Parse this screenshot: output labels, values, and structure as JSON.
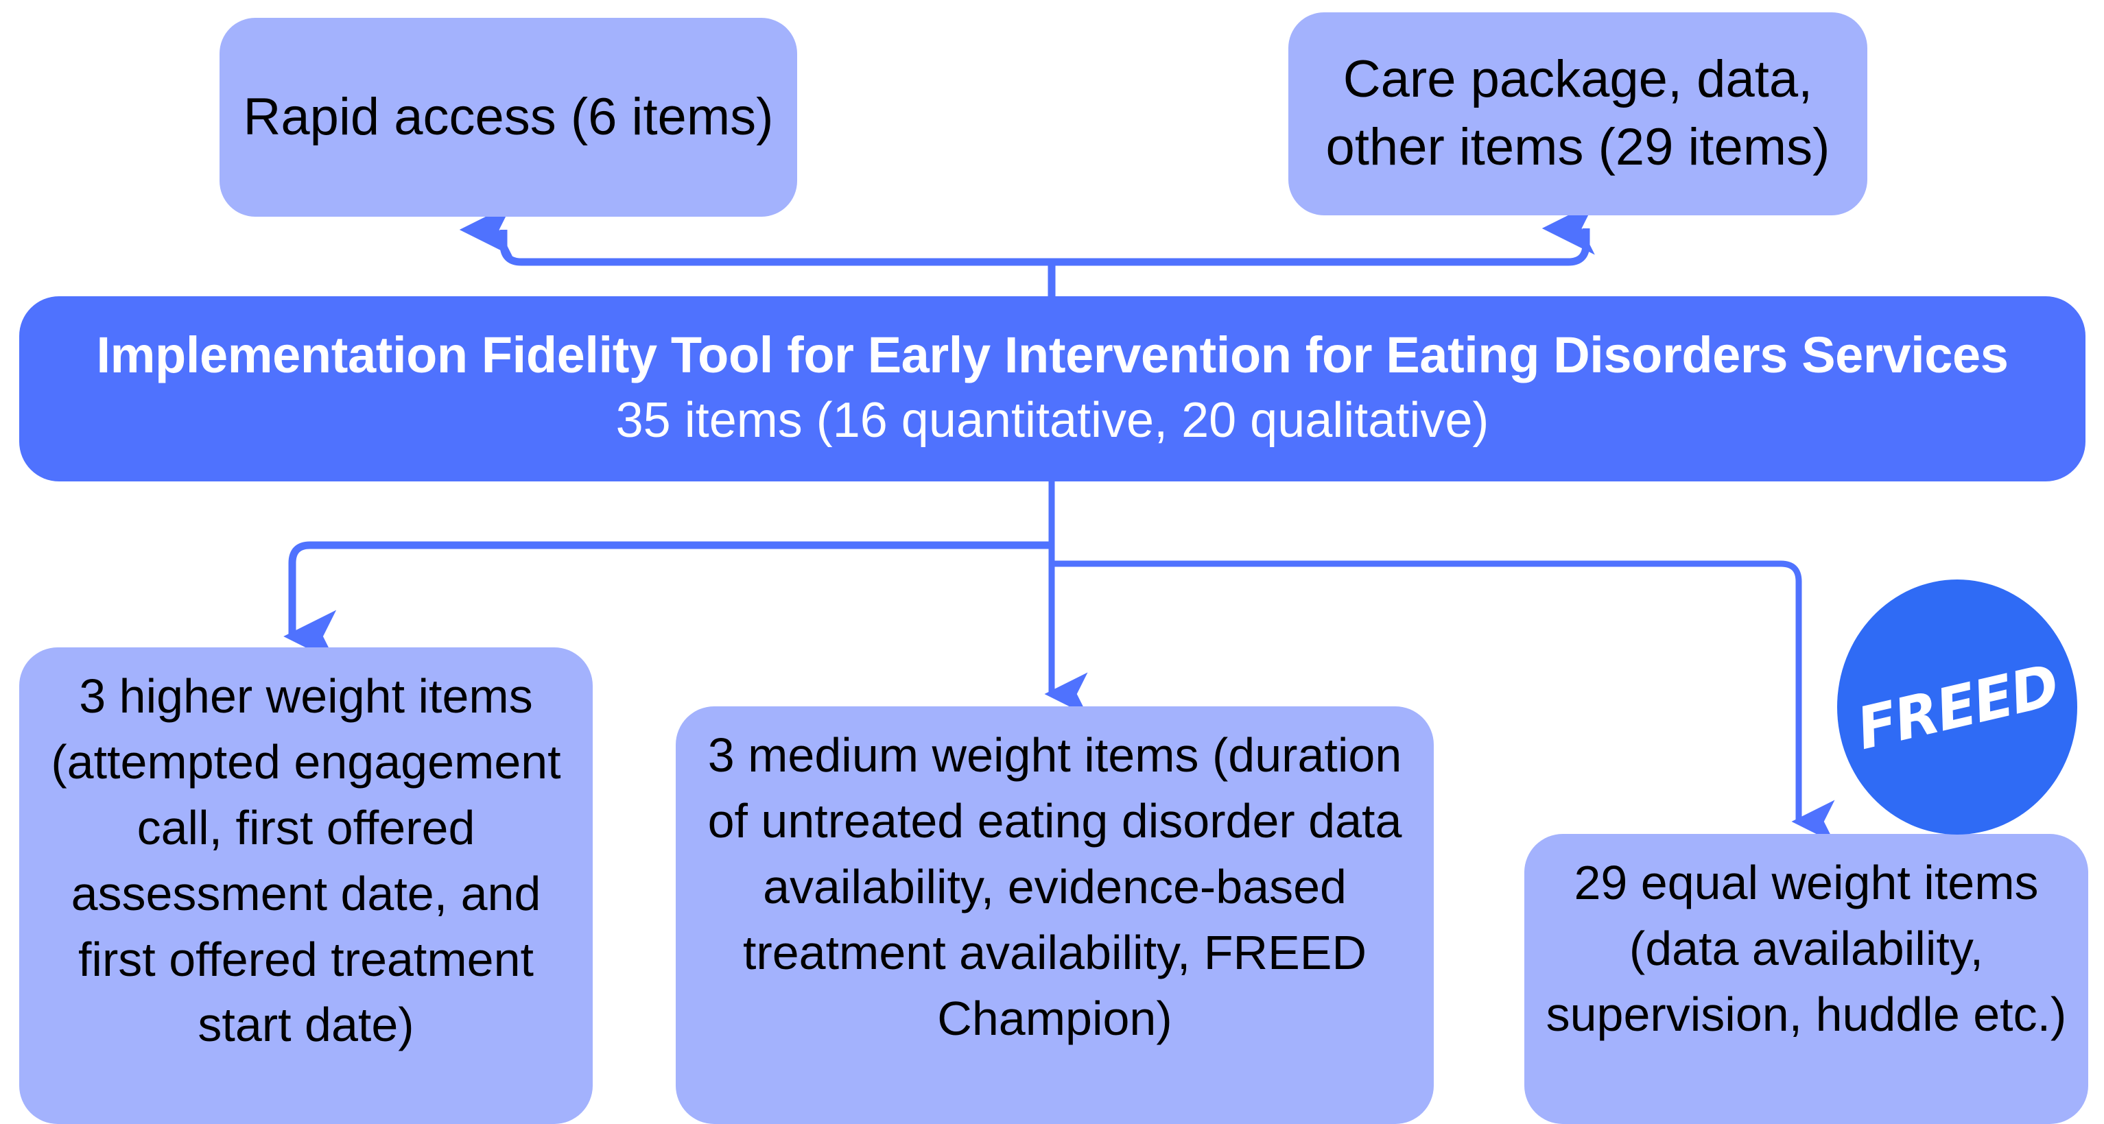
{
  "diagram": {
    "type": "flowchart",
    "title": "Implementation Fidelity Tool structure",
    "colors": {
      "node_fill": "#a3b2fd",
      "main_fill": "#4f72fe",
      "connector": "#4f72fe",
      "logo_fill": "#2f6bf5",
      "node_text": "#000000",
      "main_text": "#ffffff",
      "background": "#ffffff"
    }
  },
  "main_node": {
    "title": "Implementation Fidelity Tool for Early Intervention for Eating Disorders Services",
    "subtitle": "35 items (16 quantitative, 20 qualitative)"
  },
  "upper_nodes": [
    {
      "id": "rapid-access",
      "label": "Rapid access (6 items)"
    },
    {
      "id": "care-package",
      "label": "Care package, data, other items (29 items)"
    }
  ],
  "lower_nodes": [
    {
      "id": "higher-weight",
      "label": "3 higher weight items (attempted engagement call, first offered assessment date, and first offered treatment start date)"
    },
    {
      "id": "medium-weight",
      "label": "3 medium weight items (duration of untreated eating disorder data availability, evidence-based treatment availability, FREED Champion)"
    },
    {
      "id": "equal-weight",
      "label": "29 equal weight items (data availability, supervision, huddle etc.)"
    }
  ],
  "logo": {
    "text": "FREED"
  }
}
